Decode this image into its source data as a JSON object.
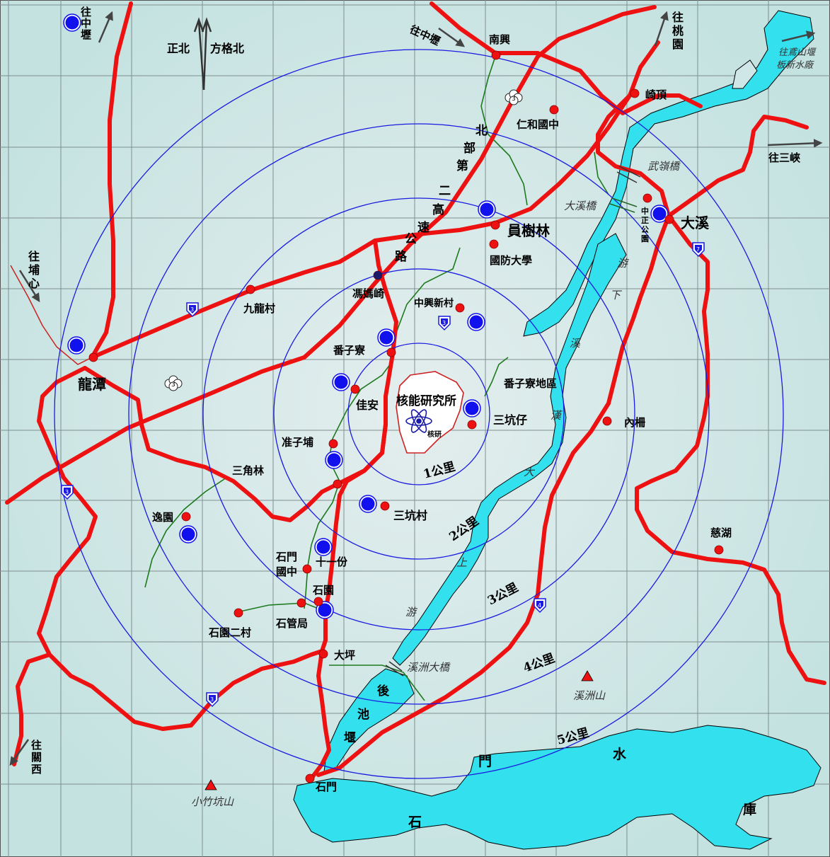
{
  "map": {
    "center_label": "核能研究所",
    "logo_text": "核研",
    "north_labels": {
      "true_north": "正北",
      "grid_north": "方格北"
    },
    "rings": [
      "1公里",
      "2公里",
      "3公里",
      "4公里",
      "5公里"
    ],
    "places": [
      {
        "id": "nanxing",
        "label": "南興"
      },
      {
        "id": "qiding",
        "label": "崎頂"
      },
      {
        "id": "renhe",
        "label": "仁和國中"
      },
      {
        "id": "yuanshulin",
        "label": "員樹林"
      },
      {
        "id": "guofang",
        "label": "國防大學"
      },
      {
        "id": "daxi",
        "label": "大溪"
      },
      {
        "id": "jiulong",
        "label": "九龍村"
      },
      {
        "id": "pingmaqi",
        "label": "馮媽崎"
      },
      {
        "id": "zhongxing",
        "label": "中興新村"
      },
      {
        "id": "fanziliao",
        "label": "番子寮"
      },
      {
        "id": "fanziliao_area",
        "label": "番子寮地區"
      },
      {
        "id": "longtan",
        "label": "龍潭"
      },
      {
        "id": "jiaan",
        "label": "佳安"
      },
      {
        "id": "sankengzai",
        "label": "三坑仔"
      },
      {
        "id": "neizha",
        "label": "內柵"
      },
      {
        "id": "zhunzipu",
        "label": "准子埔"
      },
      {
        "id": "sanjiaolin",
        "label": "三角林"
      },
      {
        "id": "yiyuan",
        "label": "逸園"
      },
      {
        "id": "sankengcun",
        "label": "三坑村"
      },
      {
        "id": "cihu",
        "label": "慈湖"
      },
      {
        "id": "shimen_school",
        "label": "石門國中"
      },
      {
        "id": "shiyifen",
        "label": "十一份"
      },
      {
        "id": "shiyuan",
        "label": "石園"
      },
      {
        "id": "shiyuan2",
        "label": "石園二村"
      },
      {
        "id": "shiguanju",
        "label": "石管局"
      },
      {
        "id": "daping",
        "label": "大坪"
      },
      {
        "id": "shimen",
        "label": "石門"
      },
      {
        "id": "zhongzheng_park",
        "label": "中正公園"
      }
    ],
    "directions": [
      {
        "id": "to_zhongli_1",
        "label": "往中壢"
      },
      {
        "id": "to_zhongli_2",
        "label": "往中壢"
      },
      {
        "id": "to_taoyuan",
        "label": "往桃園"
      },
      {
        "id": "to_yuanshan",
        "label": "往鳶山堰板新水廠"
      },
      {
        "id": "to_sanxia",
        "label": "往三峽"
      },
      {
        "id": "to_puxin",
        "label": "往埔心"
      },
      {
        "id": "to_guanxi",
        "label": "往關西"
      }
    ],
    "highway_label": "北部第二高速公路",
    "route_shields": [
      "3",
      "3",
      "3",
      "3",
      "4",
      "7"
    ],
    "water_labels": [
      "大漢溪下游",
      "大漢溪上游",
      "後池堰",
      "石門水庫"
    ],
    "bridges": [
      "武嶺橋",
      "大溪橋",
      "溪洲大橋"
    ],
    "mountains": [
      "溪洲山",
      "小竹坑山"
    ],
    "colors": {
      "background": "#cfe7e6",
      "grid": "#7f8f8f",
      "road": "#ee1111",
      "ring": "#1a1ae0",
      "water": "#33e0ee",
      "station": "#1111ee",
      "stream": "#1e7a1e"
    }
  }
}
